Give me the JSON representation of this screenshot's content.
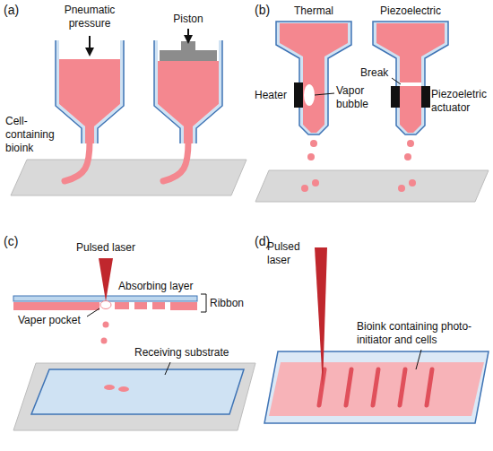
{
  "diagram": {
    "labels": [
      "(a)",
      "Pneumatic pressure",
      "Piston",
      "Cell-containing bioink",
      "(b)",
      "Thermal",
      "Piezoelectric",
      "Heater",
      "Vapor bubble",
      "Break",
      "Piezoeletric actuator",
      "(c)",
      "Pulsed laser",
      "Absorbing layer",
      "Ribbon",
      "Vaper pocket",
      "Receiving substrate",
      "(d)",
      "Pulsed laser",
      "Bioink containing photo-initiator and cells"
    ]
  }
}
